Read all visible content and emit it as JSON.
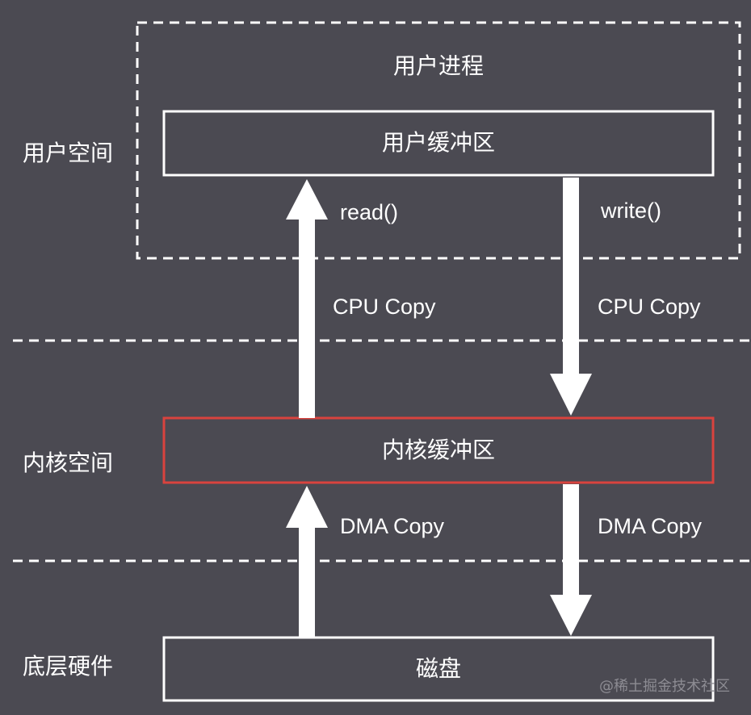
{
  "zones": {
    "user_space": "用户空间",
    "kernel_space": "内核空间",
    "hardware": "底层硬件"
  },
  "nodes": {
    "user_process": "用户进程",
    "user_buffer": "用户缓冲区",
    "kernel_buffer": "内核缓冲区",
    "disk": "磁盘"
  },
  "edges": {
    "read_call": "read()",
    "write_call": "write()",
    "cpu_copy_up": "CPU Copy",
    "cpu_copy_down": "CPU Copy",
    "dma_copy_up": "DMA Copy",
    "dma_copy_down": "DMA Copy"
  },
  "watermark": "@稀土掘金技术社区",
  "colors": {
    "background": "#4b4a52",
    "line": "#ffffff",
    "highlight_border": "#d9433e"
  }
}
